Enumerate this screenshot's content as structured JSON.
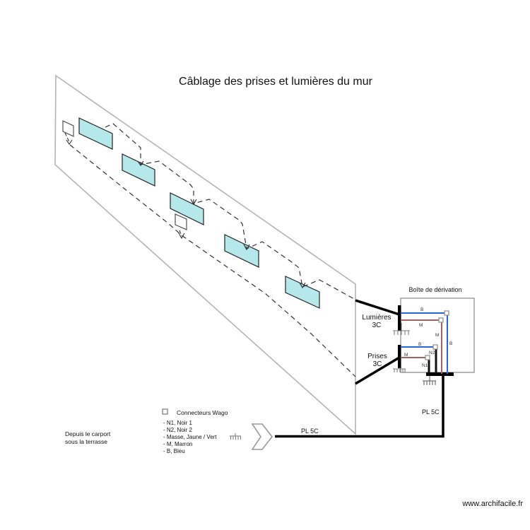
{
  "title": "Câblage des prises et lumières du mur",
  "watermark": "www.archifacile.fr",
  "source_note": {
    "line1": "Depuis le carport",
    "line2": "sous la terrasse"
  },
  "junction_box": {
    "label": "Boîte de dérivation"
  },
  "cables": {
    "lumieres_line1": "Lumières",
    "lumieres_line2": "3C",
    "prises_line1": "Prises",
    "prises_line2": "3C",
    "pl_label": "PL 5C"
  },
  "wire_labels": {
    "b_lum_h": "B",
    "m_lum_h": "M",
    "m_lum_v": "M",
    "b_lum_v": "B",
    "b_pri_h": "B",
    "m_pri_h": "M",
    "n2": "N2",
    "n1": "N1"
  },
  "legend": {
    "connector_title": "Connecteurs Wago",
    "items": [
      "- N1, Noir 1",
      "- N2, Noir 2",
      "- Masse, Jaune / Vert",
      "- M, Marron",
      "- B, Bleu"
    ]
  },
  "colors": {
    "cyan_fill": "#b5e8ea",
    "light_stroke": "#222222",
    "blue": "#2b62dd",
    "brown": "#a26260",
    "black_wire": "#111111",
    "red": "#e23c3c",
    "wall_stroke": "#b4b4b4",
    "box_stroke": "#9a9a9a"
  }
}
